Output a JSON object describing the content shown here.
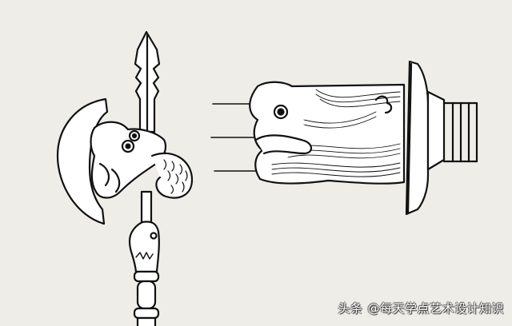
{
  "illustration": {
    "subject": "line-art of ancient Chinese weapon dragon-head ornaments",
    "left_figure": "dragon-head battle axe (halberd) with spear tip",
    "right_figure": "dragon-head hilt ornament with guard and pommel",
    "leader_lines": 3,
    "colors": {
      "background": "#efede8",
      "ink": "#111111",
      "fill": "#ffffff"
    }
  },
  "watermark": {
    "platform": "头条",
    "account": "@每天学点艺术设计知识"
  }
}
